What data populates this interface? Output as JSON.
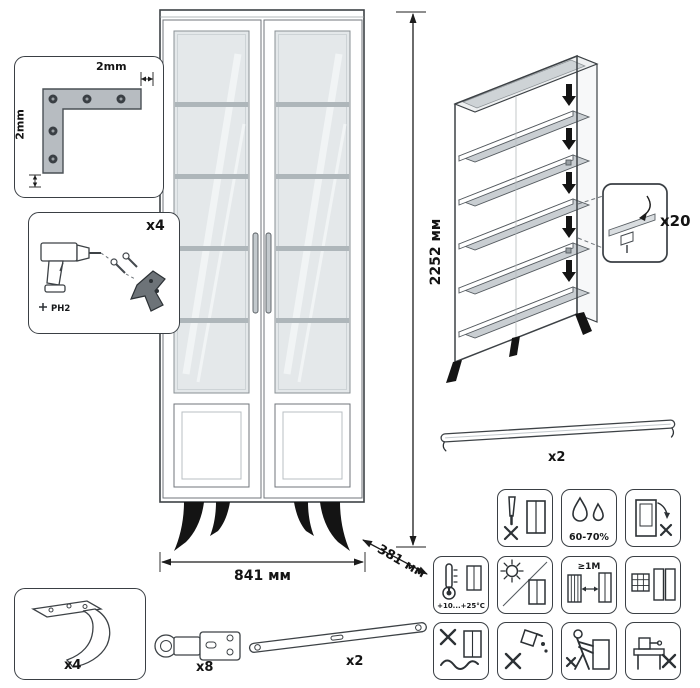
{
  "dimensions": {
    "height": "2252 мм",
    "width": "841 мм",
    "depth": "381 мм"
  },
  "callouts": {
    "bracket_gap_top": "2mm",
    "bracket_gap_side": "2mm",
    "legs_count": "x4",
    "driver_bit": "PH2",
    "shelf_support_count": "x20",
    "rail_count": "x2",
    "foot_count": "x4",
    "hinge_count": "x8",
    "strap_count": "x2"
  },
  "care": {
    "humidity": "60-70%",
    "temperature": "+10...+25°C",
    "distance": "≥1M"
  }
}
